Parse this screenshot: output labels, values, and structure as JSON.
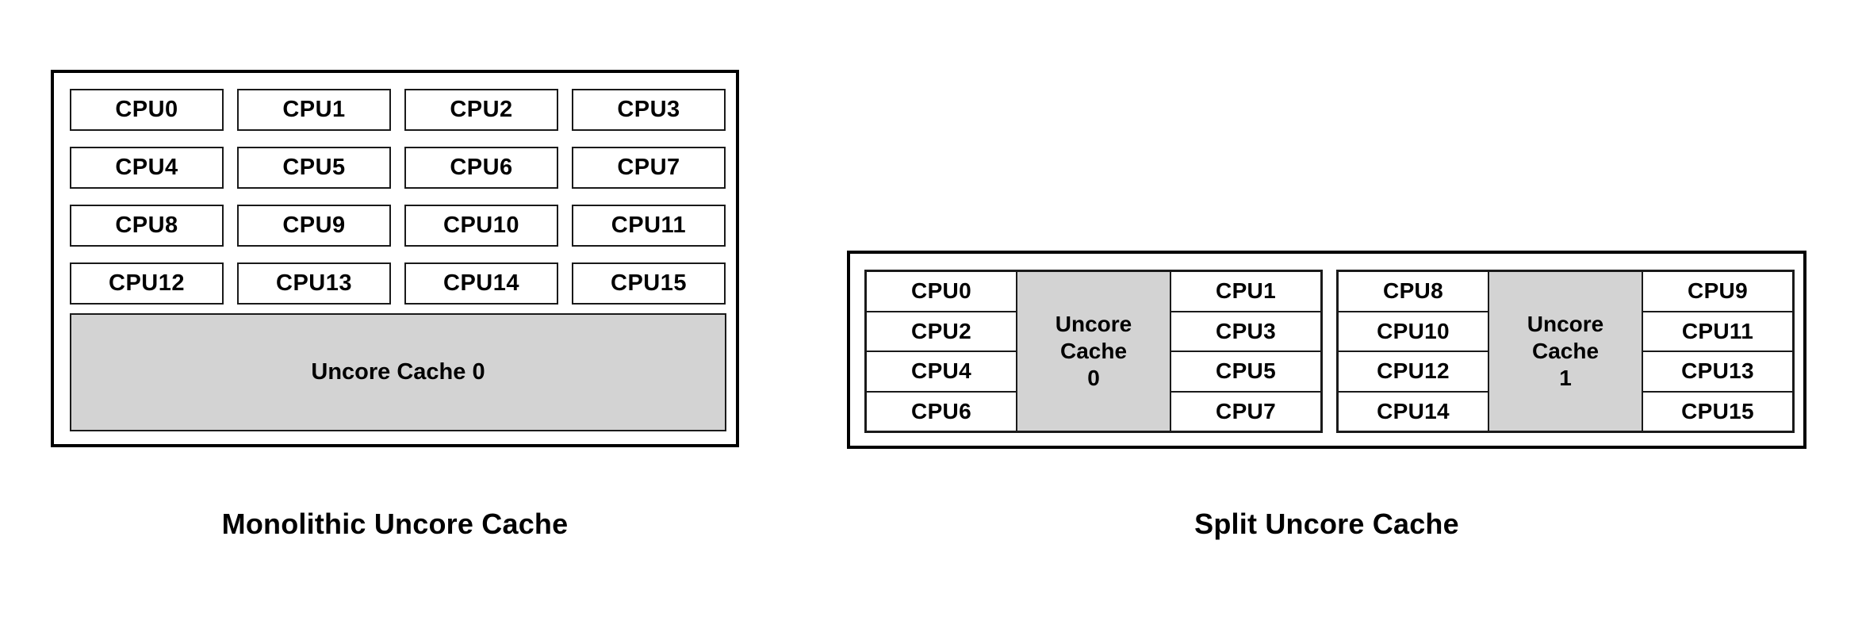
{
  "figure": {
    "background_color": "#ffffff",
    "line_color": "#000000",
    "cache_fill_color": "#d3d3d3"
  },
  "monolithic": {
    "caption": "Monolithic Uncore Cache",
    "cpu_rows": [
      [
        "CPU0",
        "CPU1",
        "CPU2",
        "CPU3"
      ],
      [
        "CPU4",
        "CPU5",
        "CPU6",
        "CPU7"
      ],
      [
        "CPU8",
        "CPU9",
        "CPU10",
        "CPU11"
      ],
      [
        "CPU12",
        "CPU13",
        "CPU14",
        "CPU15"
      ]
    ],
    "cache_label": "Uncore Cache 0"
  },
  "split": {
    "caption": "Split Uncore Cache",
    "groups": [
      {
        "left_column": [
          "CPU0",
          "CPU2",
          "CPU4",
          "CPU6"
        ],
        "cache_line_1": "Uncore",
        "cache_line_2": "Cache",
        "cache_line_3": "0",
        "right_column": [
          "CPU1",
          "CPU3",
          "CPU5",
          "CPU7"
        ]
      },
      {
        "left_column": [
          "CPU8",
          "CPU10",
          "CPU12",
          "CPU14"
        ],
        "cache_line_1": "Uncore",
        "cache_line_2": "Cache",
        "cache_line_3": "1",
        "right_column": [
          "CPU9",
          "CPU11",
          "CPU13",
          "CPU15"
        ]
      }
    ]
  }
}
